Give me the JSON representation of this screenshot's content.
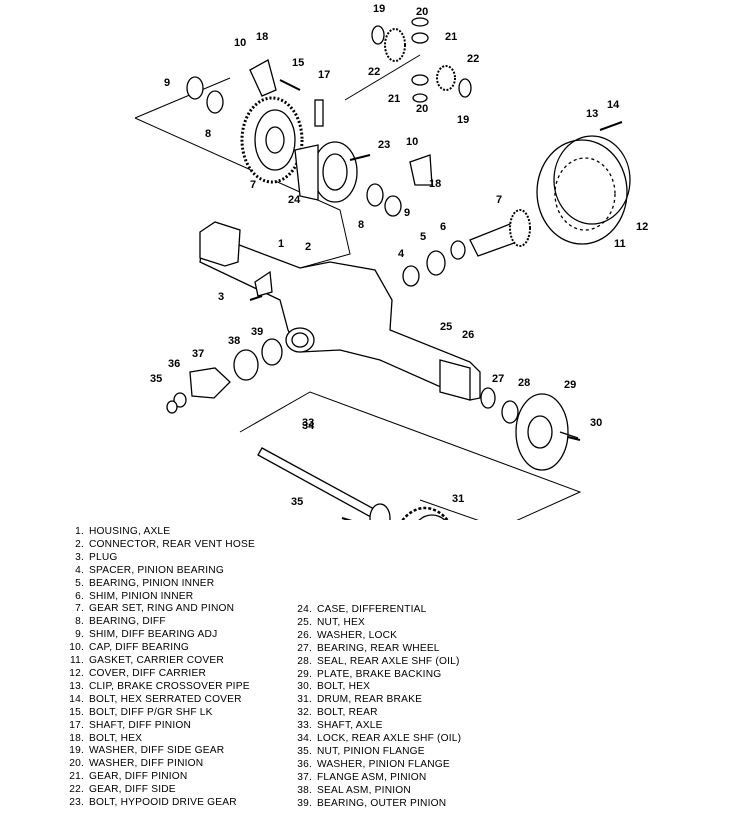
{
  "diagram": {
    "callouts": [
      "1",
      "2",
      "3",
      "4",
      "5",
      "6",
      "7",
      "7",
      "8",
      "8",
      "9",
      "9",
      "10",
      "10",
      "11",
      "12",
      "13",
      "14",
      "15",
      "17",
      "18",
      "18",
      "19",
      "19",
      "20",
      "20",
      "21",
      "21",
      "22",
      "22",
      "23",
      "24",
      "25",
      "26",
      "27",
      "28",
      "29",
      "30",
      "31",
      "32",
      "33",
      "34",
      "35",
      "35",
      "36",
      "37",
      "38",
      "39"
    ]
  },
  "legend": {
    "left": [
      {
        "num": "1.",
        "text": "HOUSING, AXLE"
      },
      {
        "num": "2.",
        "text": "CONNECTOR, REAR VENT HOSE"
      },
      {
        "num": "3.",
        "text": "PLUG"
      },
      {
        "num": "4.",
        "text": "SPACER, PINION BEARING"
      },
      {
        "num": "5.",
        "text": "BEARING, PINION INNER"
      },
      {
        "num": "6.",
        "text": "SHIM, PINION INNER"
      },
      {
        "num": "7.",
        "text": "GEAR SET, RING AND PINON"
      },
      {
        "num": "8.",
        "text": "BEARING, DIFF"
      },
      {
        "num": "9.",
        "text": "SHIM, DIFF BEARING ADJ"
      },
      {
        "num": "10.",
        "text": "CAP, DIFF BEARING"
      },
      {
        "num": "11.",
        "text": "GASKET, CARRIER COVER"
      },
      {
        "num": "12.",
        "text": "COVER, DIFF CARRIER"
      },
      {
        "num": "13.",
        "text": "CLIP, BRAKE CROSSOVER PIPE"
      },
      {
        "num": "14.",
        "text": "BOLT, HEX SERRATED COVER"
      },
      {
        "num": "15.",
        "text": "BOLT, DIFF P/GR SHF LK"
      },
      {
        "num": "17.",
        "text": "SHAFT, DIFF PINION"
      },
      {
        "num": "18.",
        "text": "BOLT, HEX"
      },
      {
        "num": "19.",
        "text": "WASHER, DIFF SIDE GEAR"
      },
      {
        "num": "20.",
        "text": "WASHER, DIFF PINION"
      },
      {
        "num": "21.",
        "text": "GEAR, DIFF PINION"
      },
      {
        "num": "22.",
        "text": "GEAR, DIFF SIDE"
      },
      {
        "num": "23.",
        "text": "BOLT, HYPOOID DRIVE GEAR"
      }
    ],
    "right": [
      {
        "num": "24.",
        "text": "CASE, DIFFERENTIAL"
      },
      {
        "num": "25.",
        "text": "NUT, HEX"
      },
      {
        "num": "26.",
        "text": "WASHER, LOCK"
      },
      {
        "num": "27.",
        "text": "BEARING, REAR WHEEL"
      },
      {
        "num": "28.",
        "text": "SEAL, REAR AXLE SHF (OIL)"
      },
      {
        "num": "29.",
        "text": "PLATE, BRAKE BACKING"
      },
      {
        "num": "30.",
        "text": "BOLT, HEX"
      },
      {
        "num": "31.",
        "text": "DRUM, REAR BRAKE"
      },
      {
        "num": "32.",
        "text": "BOLT, REAR"
      },
      {
        "num": "33.",
        "text": "SHAFT, AXLE"
      },
      {
        "num": "34.",
        "text": "LOCK, REAR AXLE SHF (OIL)"
      },
      {
        "num": "35.",
        "text": "NUT, PINION FLANGE"
      },
      {
        "num": "36.",
        "text": "WASHER, PINION FLANGE"
      },
      {
        "num": "37.",
        "text": "FLANGE ASM, PINION"
      },
      {
        "num": "38.",
        "text": "SEAL ASM, PINION"
      },
      {
        "num": "39.",
        "text": "BEARING, OUTER PINION"
      }
    ]
  }
}
